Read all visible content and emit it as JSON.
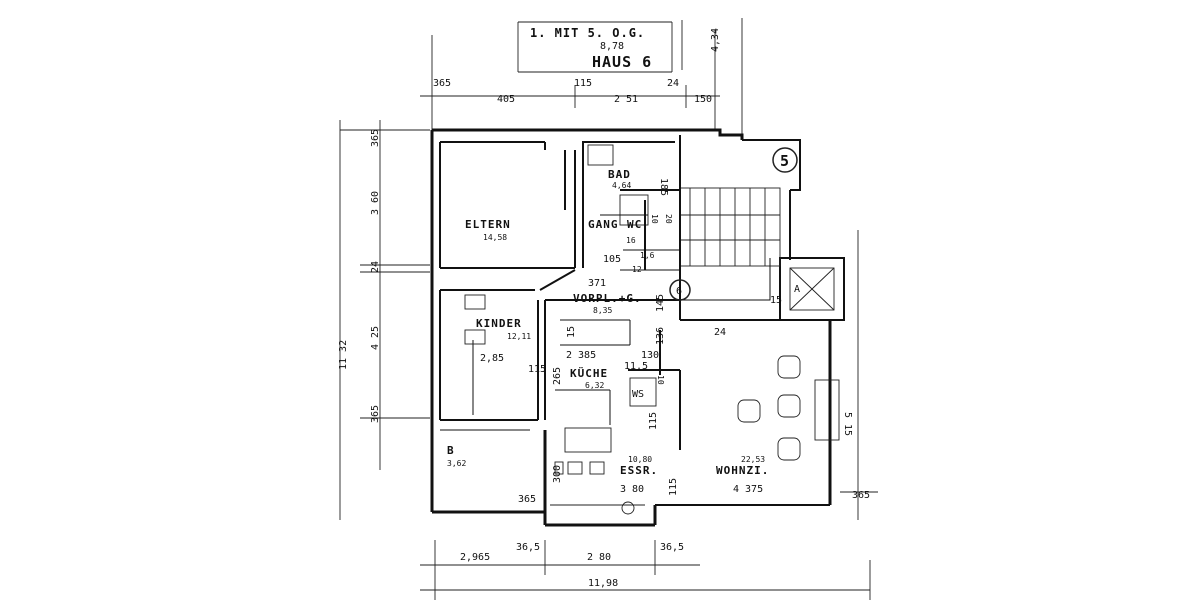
{
  "header": {
    "title": "1. MIT 5. O.G.",
    "title_dim": "8,78",
    "house": "HAUS 6",
    "side_dim": "4,34"
  },
  "top_dims": {
    "d1": "365",
    "d2": "405",
    "d3": "115",
    "d4": "2 51",
    "d5": "24",
    "d6": "150"
  },
  "left_dims": {
    "d1": "365",
    "d2": "3 60",
    "d3": "24",
    "d4": "4 25",
    "d5": "365",
    "total": "11 32"
  },
  "bottom_dims": {
    "d1": "2,965",
    "d2": "36,5",
    "d3": "2 80",
    "d4": "36,5",
    "total": "11,98"
  },
  "markers": {
    "stair_top": "5",
    "stair_mid": "6",
    "elevator": "A"
  },
  "rooms": {
    "bad": {
      "name": "BAD",
      "area": "4,64"
    },
    "eltern": {
      "name": "ELTERN",
      "area": "14,58"
    },
    "gang": {
      "name": "GANG"
    },
    "wc": {
      "name": "WC"
    },
    "vorpl": {
      "name": "VORPL.+G.",
      "area": "8,35"
    },
    "kinder": {
      "name": "KINDER",
      "area": "12,11"
    },
    "kueche": {
      "name": "KÜCHE",
      "area": "6,32"
    },
    "ws": {
      "name": "WS"
    },
    "b": {
      "name": "B",
      "area": "3,62"
    },
    "essr": {
      "name": "ESSR.",
      "area": "10,80"
    },
    "wohnzi": {
      "name": "WOHNZI.",
      "area": "22,53"
    }
  },
  "inner_dims": {
    "bad_h": "185",
    "d105": "105",
    "d371": "371",
    "d145": "145",
    "d15": "15",
    "d2385": "2 385",
    "d130": "130",
    "d136": "136",
    "d24": "24",
    "d115": "115",
    "d265": "265",
    "d115b": "11,5",
    "d285": "2,85",
    "d115c": "115",
    "d300": "300",
    "d365b": "365",
    "d380": "3 80",
    "d115d": "115",
    "d4375": "4 375",
    "d515": "5 15",
    "d365c": "365",
    "d15b": "15",
    "v10": "10",
    "v20": "20",
    "v16": "16",
    "v12": "12",
    "v16b": "1,6",
    "v10b": "10"
  }
}
